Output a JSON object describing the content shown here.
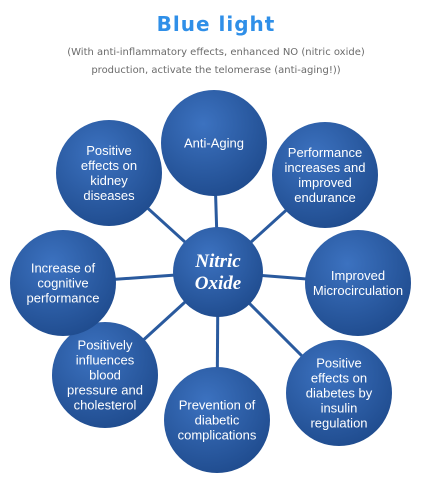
{
  "header": {
    "title": "Blue light",
    "subtitle_line1": "(With anti-inflammatory effects, enhanced NO (nitric oxide)",
    "subtitle_line2": "production, activate the telomerase (anti-aging!))"
  },
  "colors": {
    "title": "#2f8fe8",
    "node_fill": "#1e4a8c",
    "node_highlight": "#3c72c0",
    "connector": "#2a5a9e"
  },
  "center": {
    "lines": [
      "Nitric",
      "Oxide"
    ]
  },
  "nodes": [
    {
      "lines": [
        "Anti-Aging"
      ]
    },
    {
      "lines": [
        "Performance",
        "increases and",
        "improved",
        "endurance"
      ]
    },
    {
      "lines": [
        "Improved",
        "Microcirculation"
      ]
    },
    {
      "lines": [
        "Positive",
        "effects on",
        "diabetes by",
        "insulin",
        "regulation"
      ]
    },
    {
      "lines": [
        "Prevention of",
        "diabetic",
        "complications"
      ]
    },
    {
      "lines": [
        "Positively",
        "influences",
        "blood",
        "pressure and",
        "cholesterol"
      ]
    },
    {
      "lines": [
        "Increase of",
        "cognitive",
        "performance"
      ]
    },
    {
      "lines": [
        "Positive",
        "effects on",
        "kidney",
        "diseases"
      ]
    }
  ]
}
